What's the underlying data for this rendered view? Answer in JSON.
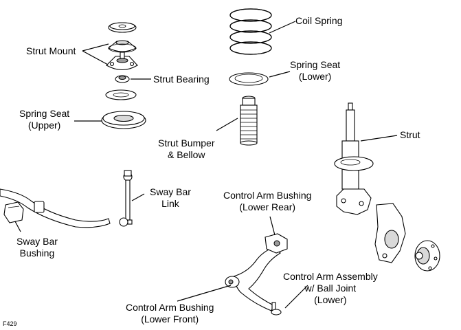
{
  "labels": {
    "coil_spring": "Coil Spring",
    "strut_mount": "Strut Mount",
    "strut_bearing": "Strut Bearing",
    "spring_seat_lower": [
      "Spring Seat",
      "(Lower)"
    ],
    "spring_seat_upper": [
      "Spring Seat",
      "(Upper)"
    ],
    "strut_bumper": [
      "Strut Bumper",
      "& Bellow"
    ],
    "strut": "Strut",
    "sway_bar_link": [
      "Sway Bar",
      "Link"
    ],
    "control_arm_bushing_rear": [
      "Control Arm Bushing",
      "(Lower Rear)"
    ],
    "sway_bar_bushing": [
      "Sway Bar",
      "Bushing"
    ],
    "control_arm_assembly": [
      "Control Arm Assembly",
      "w/ Ball Joint",
      "(Lower)"
    ],
    "control_arm_bushing_front": [
      "Control Arm Bushing",
      "(Lower Front)"
    ]
  },
  "figure_code": "F429"
}
